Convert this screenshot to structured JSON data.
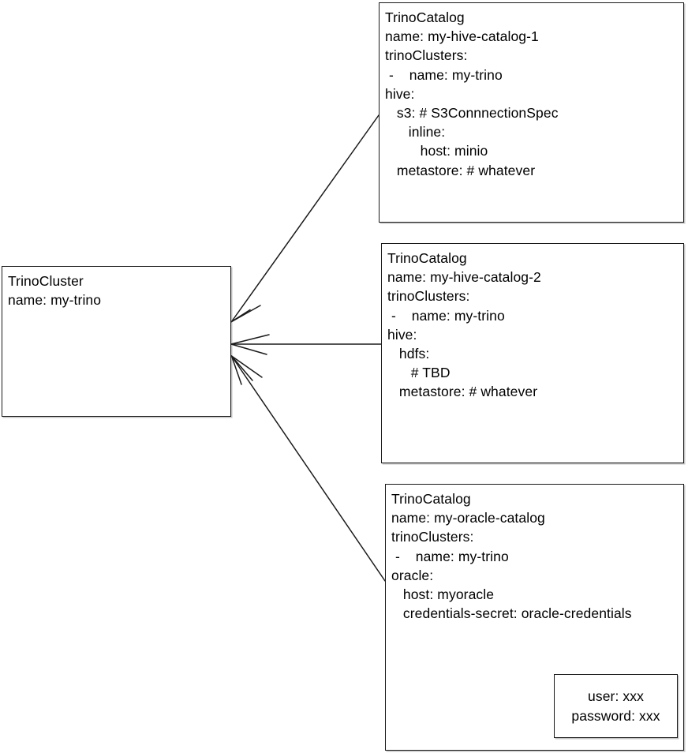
{
  "diagram": {
    "title": "TrinoCluster and TrinoCatalog relationship diagram",
    "background_color": "#ffffff",
    "stroke_color": "#1a1a1a",
    "text_color": "#000000"
  },
  "cluster": {
    "kind": "TrinoCluster",
    "lines": [
      "TrinoCluster",
      "name: my-trino"
    ]
  },
  "catalogs": [
    {
      "id": "my-hive-catalog-1",
      "lines": [
        "TrinoCatalog",
        "name: my-hive-catalog-1",
        "trinoClusters:",
        " -    name: my-trino",
        "hive:",
        "   s3: # S3ConnnectionSpec",
        "      inline:",
        "         host: minio",
        "   metastore: # whatever"
      ]
    },
    {
      "id": "my-hive-catalog-2",
      "lines": [
        "TrinoCatalog",
        "name: my-hive-catalog-2",
        "trinoClusters:",
        " -    name: my-trino",
        "hive:",
        "   hdfs:",
        "      # TBD",
        "   metastore: # whatever"
      ]
    },
    {
      "id": "my-oracle-catalog",
      "lines": [
        "TrinoCatalog",
        "name: my-oracle-catalog",
        "trinoClusters:",
        " -    name: my-trino",
        "oracle:",
        "   host: myoracle",
        "   credentials-secret: oracle-credentials"
      ]
    }
  ],
  "secret": {
    "lines": [
      "user: xxx",
      "password: xxx"
    ]
  },
  "edges": [
    {
      "name": "edge-hive-catalog-1-to-cluster",
      "from": "my-hive-catalog-1",
      "to": "my-trino",
      "arrow": "to-cluster"
    },
    {
      "name": "edge-hive-catalog-2-to-cluster",
      "from": "my-hive-catalog-2",
      "to": "my-trino",
      "arrow": "to-cluster"
    },
    {
      "name": "edge-oracle-catalog-to-cluster",
      "from": "my-oracle-catalog",
      "to": "my-trino",
      "arrow": "to-cluster"
    },
    {
      "name": "edge-credentials-secret-to-secret-box",
      "from": "credentials-secret",
      "to": "secret-box",
      "arrow": "to-secret"
    }
  ]
}
